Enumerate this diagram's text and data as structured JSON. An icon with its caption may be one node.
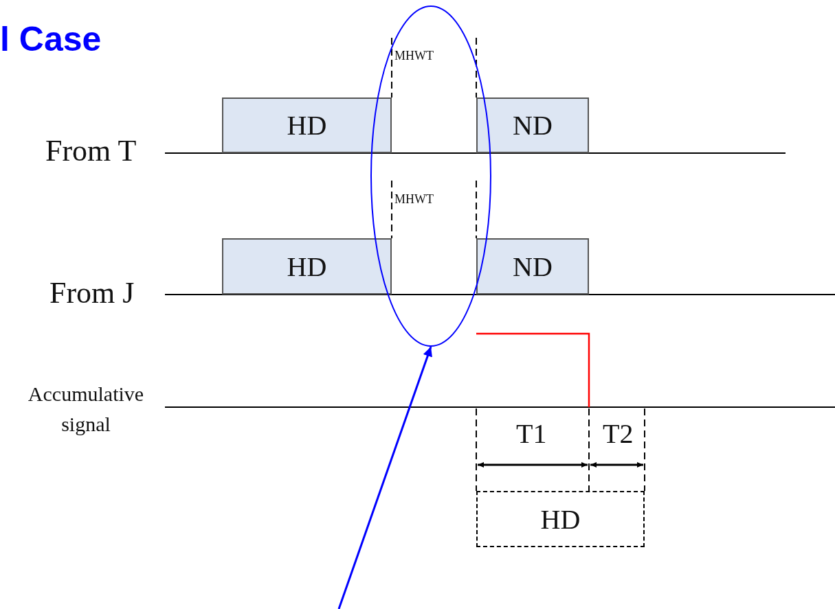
{
  "diagram": {
    "title": "l Case",
    "nodes": [
      {
        "text": [
          "HD"
        ]
      },
      {
        "text": [
          "ND"
        ]
      },
      {
        "text": [
          "HD"
        ]
      },
      {
        "text": [
          "ND"
        ]
      },
      {
        "text": [
          "HD"
        ]
      },
      {
        "text": [],
        "shape": "ellipse"
      }
    ],
    "edges": [
      {
        "from": null,
        "to": 5,
        "arrow": "to",
        "color": "#0000ff"
      }
    ],
    "labels": [
      "MHWT",
      "From T",
      "MHWT",
      "From J",
      "Accumulative signal",
      "T1",
      "T2"
    ]
  }
}
